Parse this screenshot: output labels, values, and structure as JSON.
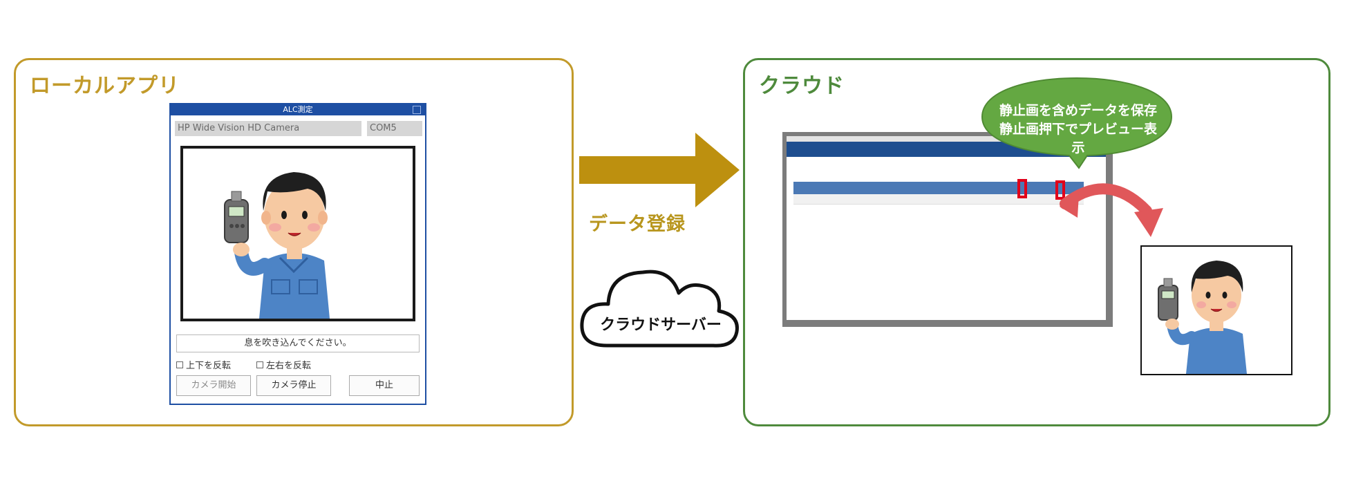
{
  "local_panel": {
    "title": "ローカルアプリ",
    "window": {
      "title": "ALC測定",
      "camera_name": "HP Wide Vision HD Camera",
      "port": "COM5",
      "prompt": "息を吹き込んでください。",
      "flip_vertical_label": "上下を反転",
      "flip_horizontal_label": "左右を反転",
      "start_camera_label": "カメラ開始",
      "stop_camera_label": "カメラ停止",
      "cancel_label": "中止"
    }
  },
  "flow": {
    "arrow_label": "データ登録",
    "server_label": "クラウドサーバー"
  },
  "cloud_panel": {
    "title": "クラウド",
    "callout_line1": "静止画を含めデータを保存",
    "callout_line2": "静止画押下でプレビュー表示"
  },
  "colors": {
    "local_accent": "#c29a2a",
    "cloud_accent": "#4e8a3c",
    "arrow": "#bd900f",
    "callout": "#64a842",
    "highlight": "#e0001a",
    "curve_arrow": "#e0575a"
  }
}
